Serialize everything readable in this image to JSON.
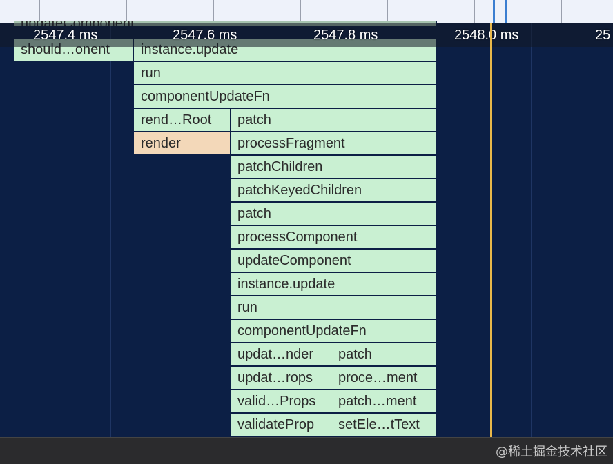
{
  "timeline": {
    "labels": [
      "2547.4 ms",
      "2547.6 ms",
      "2547.8 ms",
      "2548.0 ms",
      "25"
    ]
  },
  "flame": {
    "top_partial": "updateComponent",
    "rows": [
      [
        "should…onent",
        "instance.update"
      ],
      [
        "run"
      ],
      [
        "componentUpdateFn"
      ],
      [
        "rend…Root",
        "patch"
      ],
      [
        "render",
        "processFragment"
      ],
      [
        "patchChildren"
      ],
      [
        "patchKeyedChildren"
      ],
      [
        "patch"
      ],
      [
        "processComponent"
      ],
      [
        "updateComponent"
      ],
      [
        "instance.update"
      ],
      [
        "run"
      ],
      [
        "componentUpdateFn"
      ],
      [
        "updat…nder",
        "patch"
      ],
      [
        "updat…rops",
        "proce…ment"
      ],
      [
        "valid…Props",
        "patch…ment"
      ],
      [
        "validateProp",
        "setEle…tText"
      ]
    ]
  },
  "colors": {
    "background": "#0c1f45",
    "frame": "#c9f0d2",
    "selected_frame": "#f3d8b9",
    "cursor": "#e9b84a"
  },
  "watermark": "@稀土掘金技术社区"
}
